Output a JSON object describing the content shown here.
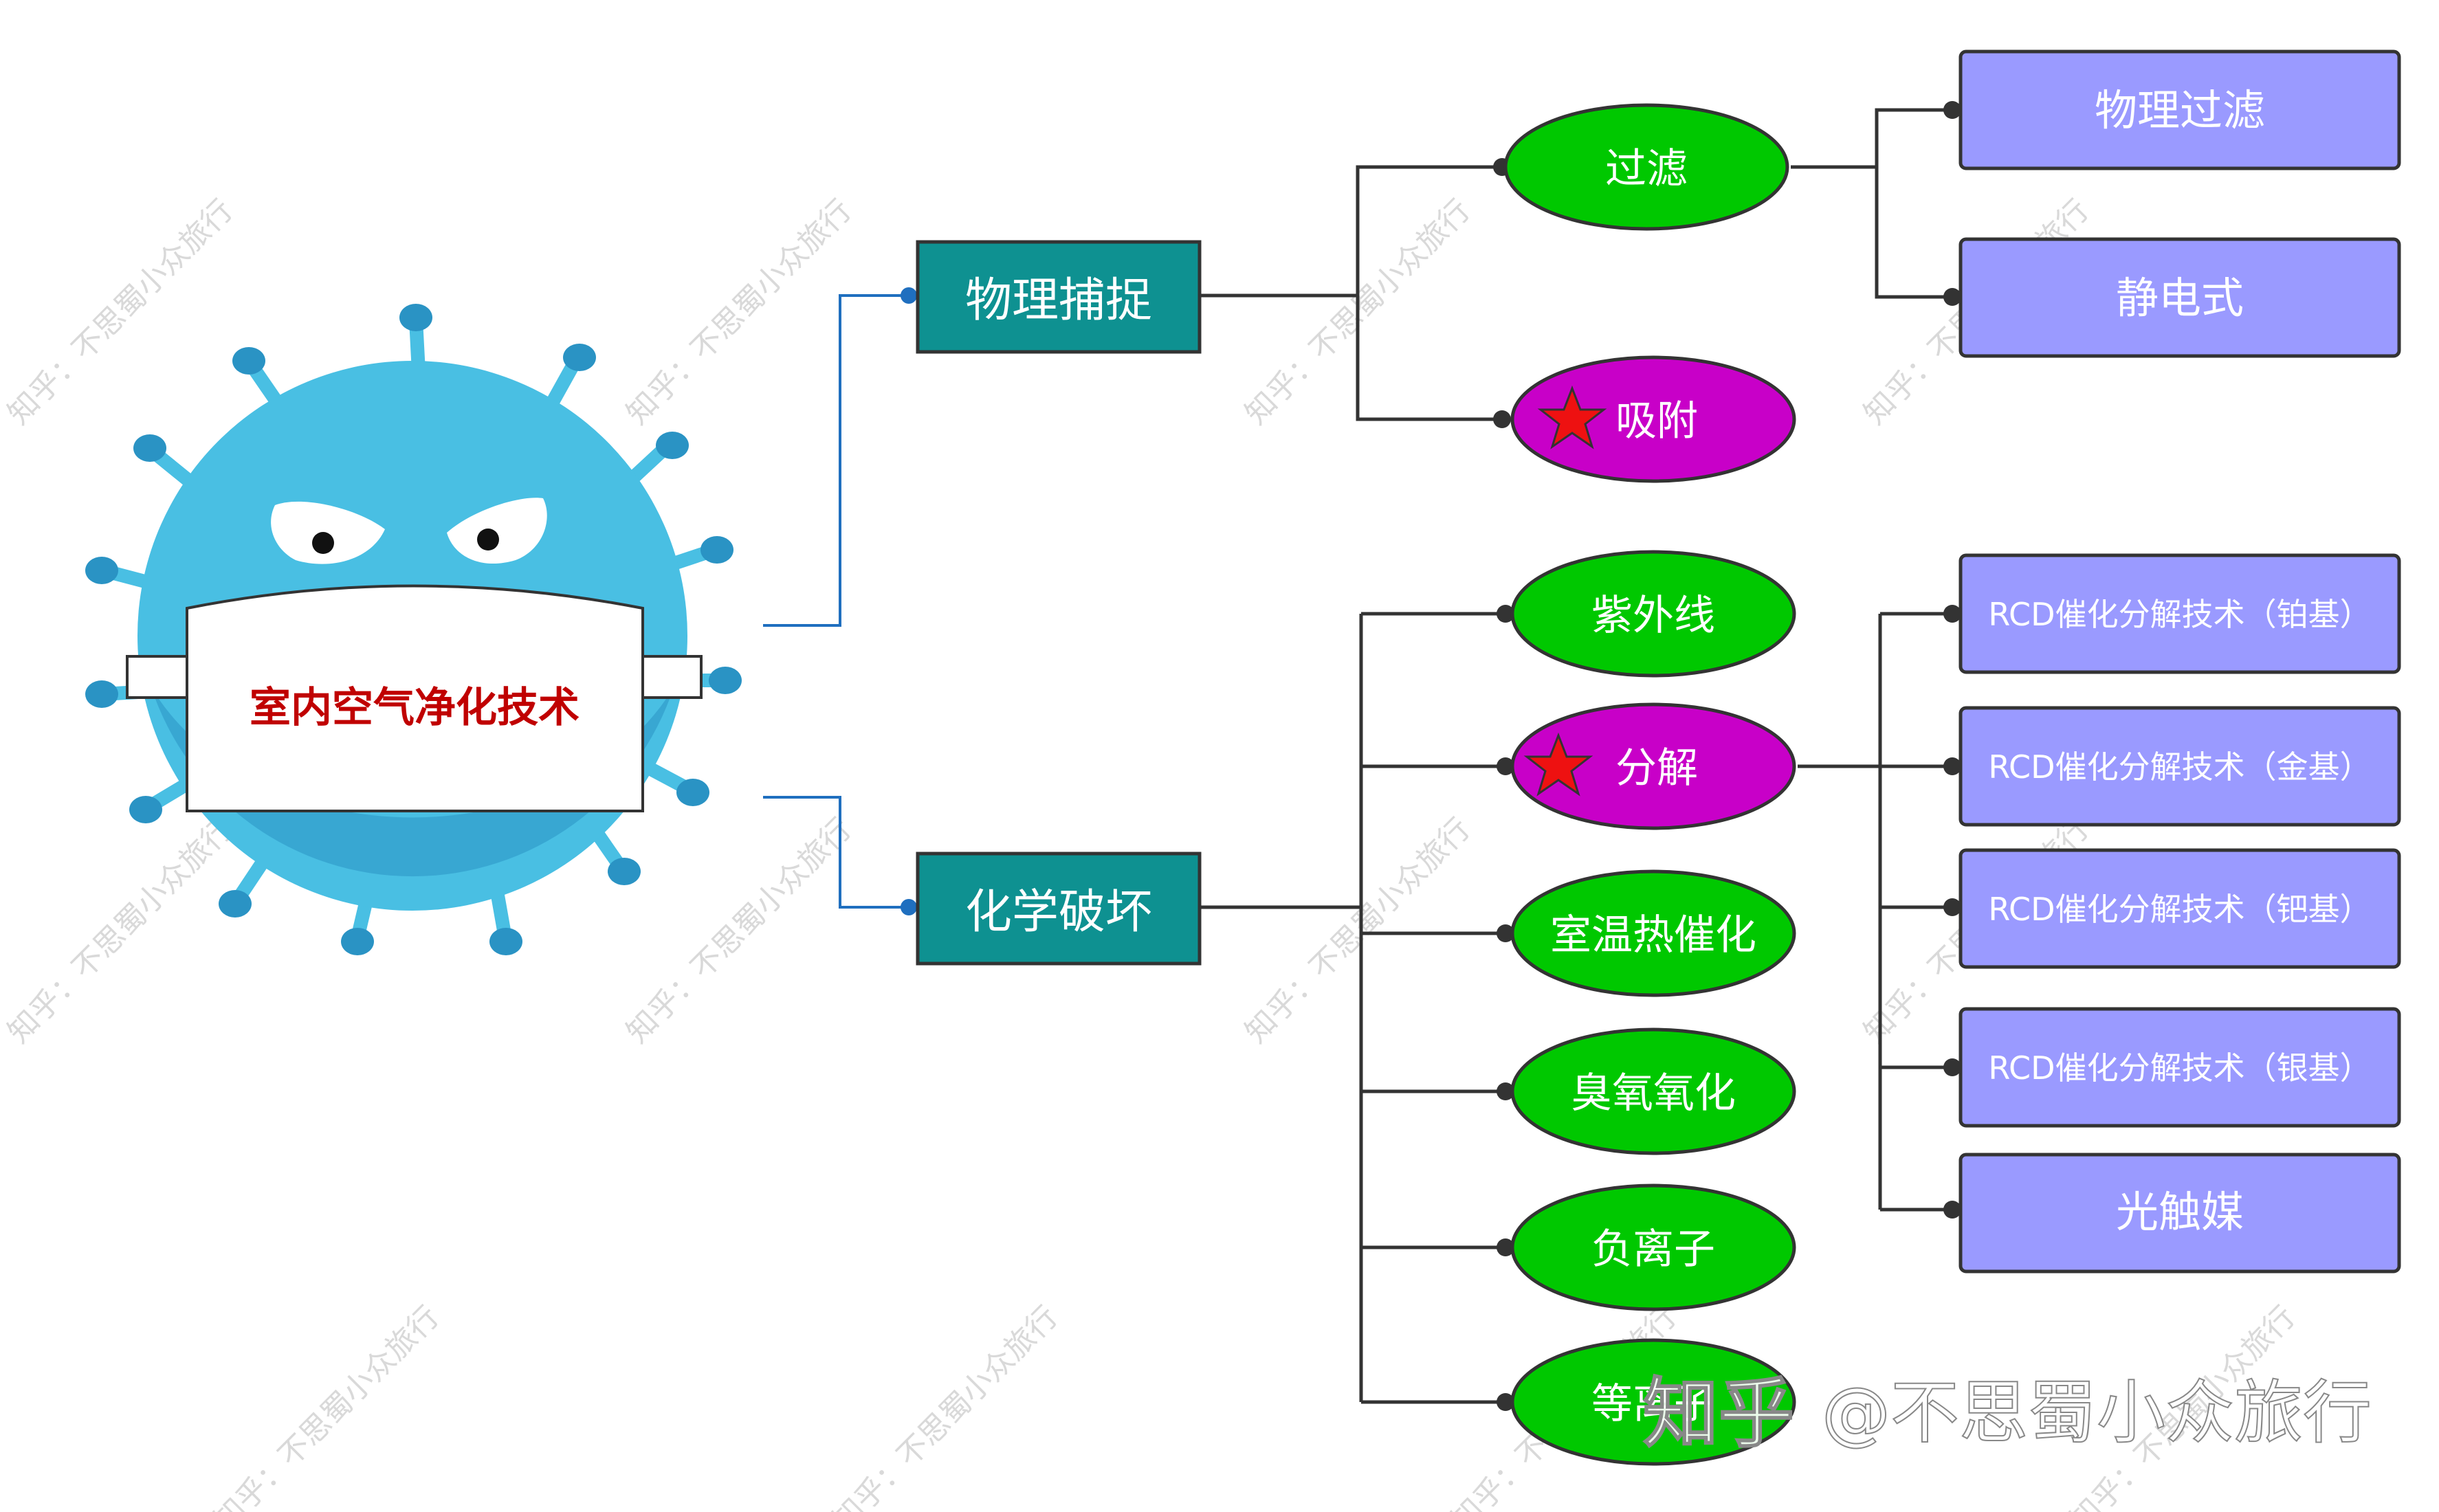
{
  "center": {
    "label": "室内空气净化技术"
  },
  "branches": [
    {
      "label": "物理捕捉",
      "children": [
        "过滤",
        "吸附"
      ]
    },
    {
      "label": "化学破坏",
      "children": [
        "紫外线",
        "分解",
        "室温热催化",
        "臭氧氧化",
        "负离子",
        "等离子"
      ]
    }
  ],
  "leaves": {
    "filter": [
      "物理过滤",
      "静电式"
    ],
    "decompose": [
      "RCD催化分解技术（铂基）",
      "RCD催化分解技术（金基）",
      "RCD催化分解技术（钯基）",
      "RCD催化分解技术（银基）",
      "光触媒"
    ]
  },
  "watermark": {
    "brand": "知乎",
    "handle": "@不思蜀小众旅行",
    "tile": "知乎：不思蜀小众旅行"
  },
  "colors": {
    "teal": "#0e9191",
    "green": "#00c800",
    "magenta": "#c800c8",
    "lavender": "#9a9aff",
    "virus": "#49bfe3",
    "virus_dark": "#2a93c4",
    "center_text": "#c00000",
    "star": "#ee1111",
    "connector": "#333333",
    "root_connector": "#1f6fbf"
  }
}
